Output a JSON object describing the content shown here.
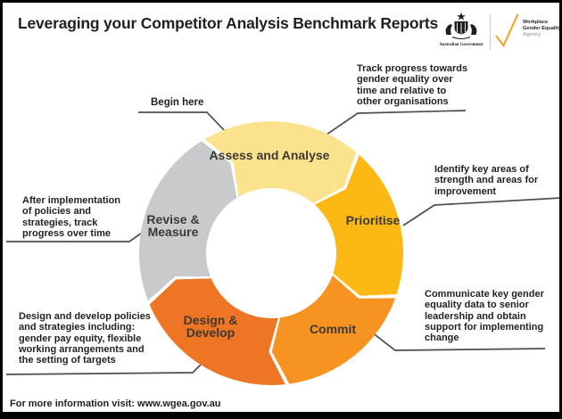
{
  "title": "Leveraging your Competitor Analysis Benchmark Reports",
  "header_logos": {
    "gov_label": "Australian Government",
    "wgea_lines": [
      "Workplace",
      "Gender Equality",
      "Agency"
    ]
  },
  "diagram": {
    "type": "cycle",
    "direction": "clockwise",
    "segments": [
      {
        "id": "assess",
        "label": "Assess and Analyse",
        "label_lines": [
          "Assess and Analyse"
        ],
        "color": "#FAE38C"
      },
      {
        "id": "prioritise",
        "label": "Prioritise",
        "label_lines": [
          "Prioritise"
        ],
        "color": "#FDB913"
      },
      {
        "id": "commit",
        "label": "Commit",
        "label_lines": [
          "Commit"
        ],
        "color": "#F79421"
      },
      {
        "id": "design",
        "label": "Design & Develop",
        "label_lines": [
          "Design &",
          "Develop"
        ],
        "color": "#EE7523"
      },
      {
        "id": "revise",
        "label": "Revise & Measure",
        "label_lines": [
          "Revise &",
          "Measure"
        ],
        "color": "#C9CACC"
      }
    ]
  },
  "callouts": {
    "begin": {
      "for": "assess",
      "lines": [
        "Begin here"
      ]
    },
    "track": {
      "for": "assess",
      "lines": [
        "Track progress towards",
        "gender equality over",
        "time and relative to",
        "other organisations"
      ]
    },
    "identify": {
      "for": "prioritise",
      "lines": [
        "Identify key areas of",
        "strength and areas for",
        "improvement"
      ]
    },
    "communicate": {
      "for": "commit",
      "lines": [
        "Communicate key gender",
        "equality data to senior",
        "leadership and obtain",
        "support for implementing",
        "change"
      ]
    },
    "design": {
      "for": "design",
      "lines": [
        "Design and develop policies",
        "and strategies including:",
        "gender pay equity, flexible",
        "working arrangements and",
        "the setting of targets"
      ]
    },
    "revise": {
      "for": "revise",
      "lines": [
        "After implementation",
        "of policies and",
        "strategies, track",
        "progress over time"
      ]
    }
  },
  "footer": {
    "text": "For more information visit: www.wgea.gov.au"
  },
  "colors": {
    "segment_label": "#3D3935",
    "callout_text": "#231F20",
    "leader_line": "#4D4D4F",
    "wgea_check": "#F0A830",
    "agency_gray": "#A7A9AC",
    "crest": "#1E1E1E",
    "divider": "#C9CACB"
  }
}
